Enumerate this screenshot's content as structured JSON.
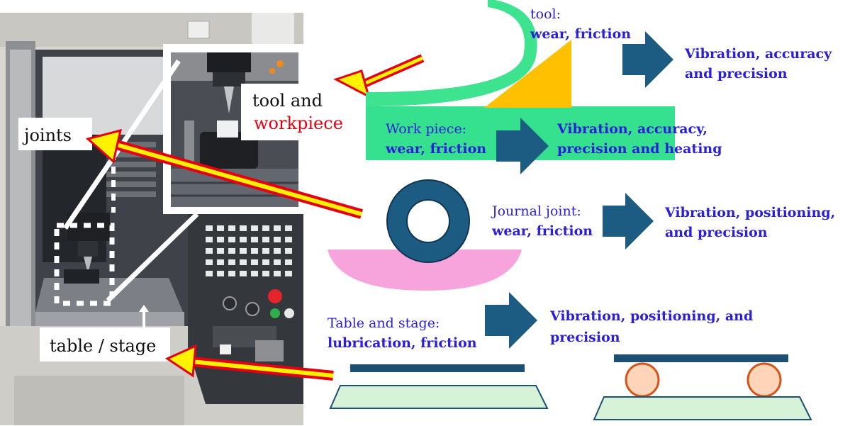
{
  "photo_labels": {
    "joints": "joints",
    "tool_and": "tool and",
    "workpiece": "workpiece",
    "table_stage": "table / stage"
  },
  "tool": {
    "label": "tool:",
    "detail": "wear, friction",
    "effect_line1": "Vibration, accuracy",
    "effect_line2": "and precision"
  },
  "workpiece": {
    "label": "Work piece:",
    "detail": "wear, friction",
    "effect_line1": "Vibration, accuracy,",
    "effect_line2": "precision and heating"
  },
  "journal": {
    "label": "Journal joint:",
    "detail": "wear, friction",
    "effect_line1": "Vibration, positioning,",
    "effect_line2": "and precision"
  },
  "table": {
    "label": "Table and stage:",
    "detail": "lubrication, friction",
    "effect_line1": "Vibration, positioning, and",
    "effect_line2": "precision"
  },
  "colors": {
    "tool_green": "#3ee38f",
    "chip_yellow": "#ffc000",
    "workpiece_green": "#35e08f",
    "ring_blue": "#1c5b82",
    "arc_pink": "#f7a3dc",
    "rail_blue": "#1d4f73",
    "base_green": "#d6f3d8",
    "ball_orange": "#ffd4b8",
    "arrow_red": "#e4000f",
    "arrow_yellow": "#fff200",
    "text_blue": "#2a1fd6"
  }
}
